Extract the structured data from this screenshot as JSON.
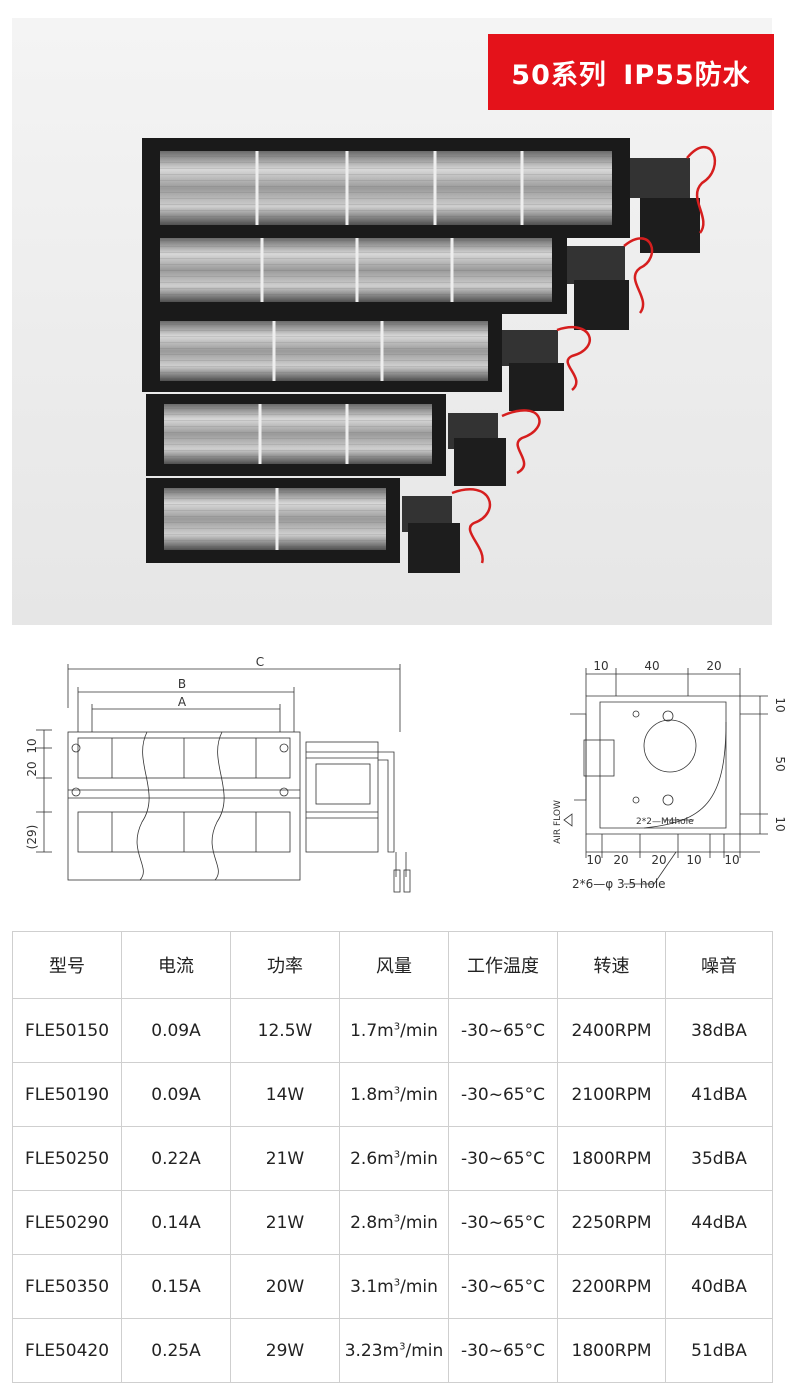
{
  "banner": {
    "text": "50系列  IP55防水",
    "color": "#e4121a"
  },
  "drawing_left": {
    "dim_c": "C",
    "dim_b": "B",
    "dim_a": "A",
    "dim_10": "10",
    "dim_20": "20",
    "dim_29": "(29)"
  },
  "drawing_right": {
    "top": [
      "10",
      "40",
      "20"
    ],
    "right": [
      "10",
      "50",
      "10"
    ],
    "bottom": [
      "10",
      "20",
      "20",
      "10",
      "10"
    ],
    "airflow": "AIR FLOW",
    "m4": "2*2—M4hole",
    "hole": "2*6—φ 3.5 hole"
  },
  "table": {
    "headers": [
      "型号",
      "电流",
      "功率",
      "风量",
      "工作温度",
      "转速",
      "噪音"
    ],
    "rows": [
      {
        "model": "FLE50150",
        "current": "0.09A",
        "power": "12.5W",
        "air": "1.7m",
        "temp": "-30~65°C",
        "speed": "2400RPM",
        "noise": "38dBA"
      },
      {
        "model": "FLE50190",
        "current": "0.09A",
        "power": "14W",
        "air": "1.8m",
        "temp": "-30~65°C",
        "speed": "2100RPM",
        "noise": "41dBA"
      },
      {
        "model": "FLE50250",
        "current": "0.22A",
        "power": "21W",
        "air": "2.6m",
        "temp": "-30~65°C",
        "speed": "1800RPM",
        "noise": "35dBA"
      },
      {
        "model": "FLE50290",
        "current": "0.14A",
        "power": "21W",
        "air": "2.8m",
        "temp": "-30~65°C",
        "speed": "2250RPM",
        "noise": "44dBA"
      },
      {
        "model": "FLE50350",
        "current": "0.15A",
        "power": "20W",
        "air": "3.1m",
        "temp": "-30~65°C",
        "speed": "2200RPM",
        "noise": "40dBA"
      },
      {
        "model": "FLE50420",
        "current": "0.25A",
        "power": "29W",
        "air": "3.23m",
        "temp": "-30~65°C",
        "speed": "1800RPM",
        "noise": "51dBA"
      }
    ],
    "air_sup": "3",
    "air_unit": "/min"
  }
}
